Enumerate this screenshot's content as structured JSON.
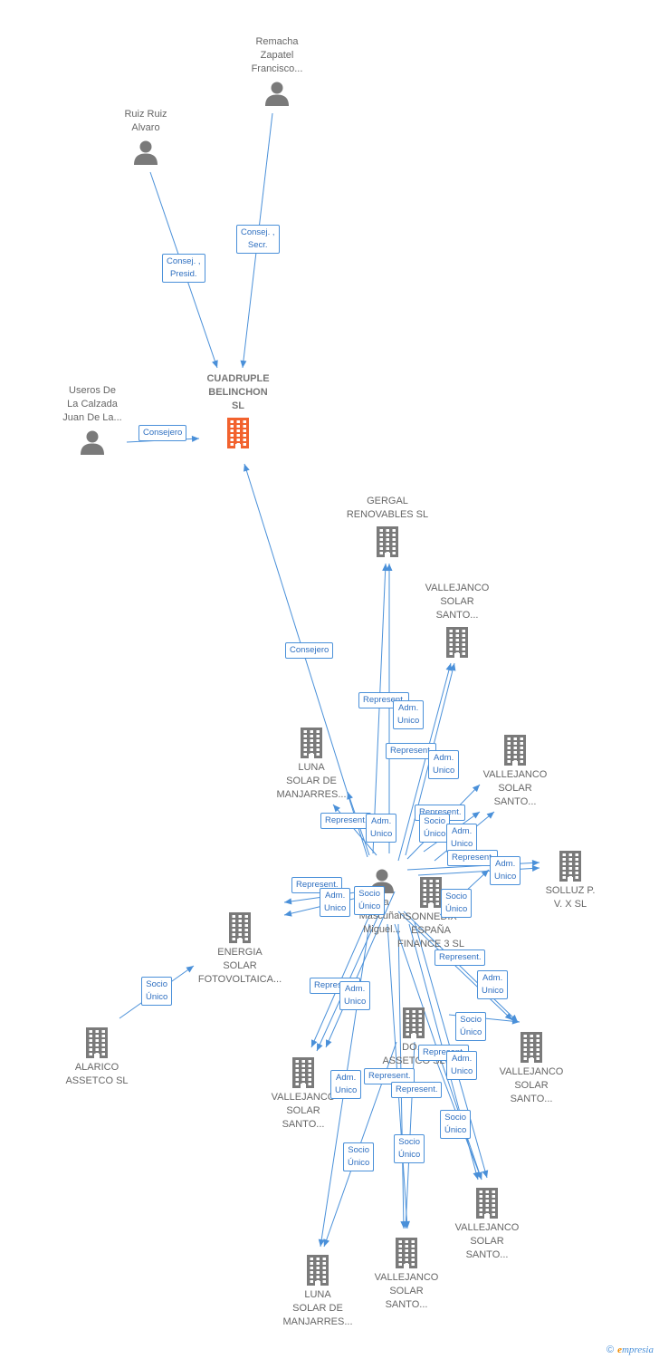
{
  "colors": {
    "edge": "#4a90d9",
    "person": "#7a7a7a",
    "company": "#7a7a7a",
    "focus": "#f2622e"
  },
  "nodes": [
    {
      "id": "remacha",
      "label": "Remacha\nZapatel\nFrancisco...",
      "kind": "person"
    },
    {
      "id": "ruiz",
      "label": "Ruiz Ruiz\nAlvaro",
      "kind": "person"
    },
    {
      "id": "usero",
      "label": "Useros De\nLa Calzada\nJuan De La...",
      "kind": "person"
    },
    {
      "id": "cuadruple",
      "label": "CUADRUPLE\nBELINCHON\nSL",
      "kind": "focus"
    },
    {
      "id": "gergal",
      "label": "GERGAL\nRENOVABLES SL",
      "kind": "company"
    },
    {
      "id": "vallejanco1",
      "label": "VALLEJANCO\nSOLAR\nSANTO...",
      "kind": "company"
    },
    {
      "id": "luna1",
      "label": "LUNA\nSOLAR DE\nMANJARRES...",
      "kind": "company"
    },
    {
      "id": "vallejanco2",
      "label": "VALLEJANCO\nSOLAR\nSANTO...",
      "kind": "company"
    },
    {
      "id": "solluz",
      "label": "SOLLUZ P.\nV. X SL",
      "kind": "company"
    },
    {
      "id": "mascunan",
      "label": "...a\nMascuñan\nMiguel...",
      "kind": "person"
    },
    {
      "id": "sonnedix",
      "label": "SONNEDIX\nESPAÑA\nFINANCE 3 SL",
      "kind": "company"
    },
    {
      "id": "energia",
      "label": "ENERGIA\nSOLAR\nFOTOVOLTAICA...",
      "kind": "company"
    },
    {
      "id": "alarico",
      "label": "ALARICO\nASSETCO  SL",
      "kind": "company"
    },
    {
      "id": "dolmen",
      "label": "DO...\nASSETCO  SL",
      "kind": "company"
    },
    {
      "id": "vallejanco3",
      "label": "VALLEJANCO\nSOLAR\nSANTO...",
      "kind": "company"
    },
    {
      "id": "vallejanco4",
      "label": "VALLEJANCO\nSOLAR\nSANTO...",
      "kind": "company"
    },
    {
      "id": "vallejanco5",
      "label": "VALLEJANCO\nSOLAR\nSANTO...",
      "kind": "company"
    },
    {
      "id": "luna2",
      "label": "LUNA\nSOLAR DE\nMANJARRES...",
      "kind": "company"
    },
    {
      "id": "vallejanco6",
      "label": "VALLEJANCO\nSOLAR\nSANTO...",
      "kind": "company"
    }
  ],
  "edges": [
    {
      "from": "remacha",
      "to": "cuadruple",
      "label": "Consej. ,\nSecr."
    },
    {
      "from": "ruiz",
      "to": "cuadruple",
      "label": "Consej. ,\nPresid."
    },
    {
      "from": "usero",
      "to": "cuadruple",
      "label": "Consejero"
    },
    {
      "from": "mascunan",
      "to": "cuadruple",
      "label": "Consejero"
    },
    {
      "from": "mascunan",
      "to": "gergal",
      "label": "Represent."
    },
    {
      "from": "mascunan",
      "to": "gergal",
      "label": "Adm.\nUnico"
    },
    {
      "from": "mascunan",
      "to": "vallejanco1",
      "label": "Represent."
    },
    {
      "from": "mascunan",
      "to": "vallejanco1",
      "label": "Adm.\nUnico"
    },
    {
      "from": "mascunan",
      "to": "luna1",
      "label": "Represent."
    },
    {
      "from": "mascunan",
      "to": "luna1",
      "label": "Adm.\nUnico"
    },
    {
      "from": "mascunan",
      "to": "vallejanco2",
      "label": "Represent."
    },
    {
      "from": "sonnedix",
      "to": "vallejanco2",
      "label": "Socio\nÚnico"
    },
    {
      "from": "mascunan",
      "to": "vallejanco2",
      "label": "Adm.\nUnico"
    },
    {
      "from": "mascunan",
      "to": "solluz",
      "label": "Represent."
    },
    {
      "from": "mascunan",
      "to": "solluz",
      "label": "Adm.\nUnico"
    },
    {
      "from": "mascunan",
      "to": "energia",
      "label": "Represent."
    },
    {
      "from": "mascunan",
      "to": "energia",
      "label": "Adm.\nUnico"
    },
    {
      "from": "mascunan",
      "to": "vallejanco3",
      "label": "Socio\nÚnico"
    },
    {
      "from": "sonnedix",
      "to": "solluz",
      "label": "Socio\nÚnico"
    },
    {
      "from": "alarico",
      "to": "energia",
      "label": "Socio\nÚnico"
    },
    {
      "from": "mascunan",
      "to": "vallejanco3",
      "label": "Represent."
    },
    {
      "from": "mascunan",
      "to": "vallejanco3",
      "label": "Adm.\nUnico"
    },
    {
      "from": "mascunan",
      "to": "vallejanco4",
      "label": "Represent."
    },
    {
      "from": "mascunan",
      "to": "vallejanco4",
      "label": "Adm.\nUnico"
    },
    {
      "from": "dolmen",
      "to": "vallejanco4",
      "label": "Socio\nÚnico"
    },
    {
      "from": "mascunan",
      "to": "vallejanco5",
      "label": "Represent."
    },
    {
      "from": "mascunan",
      "to": "vallejanco5",
      "label": "Adm.\nUnico"
    },
    {
      "from": "mascunan",
      "to": "vallejanco5",
      "label": "Represent."
    },
    {
      "from": "mascunan",
      "to": "vallejanco6",
      "label": "Represent."
    },
    {
      "from": "mascunan",
      "to": "vallejanco6",
      "label": "Adm.\nUnico"
    },
    {
      "from": "dolmen",
      "to": "vallejanco5",
      "label": "Socio\nÚnico"
    },
    {
      "from": "dolmen",
      "to": "vallejanco6",
      "label": "Socio\nÚnico"
    },
    {
      "from": "dolmen",
      "to": "luna2",
      "label": "Socio\nÚnico"
    },
    {
      "from": "mascunan",
      "to": "luna2",
      "label": "Socio\nÚnico"
    }
  ],
  "footer": {
    "copyright": "©",
    "brand_first": "e",
    "brand_rest": "mpresia"
  }
}
